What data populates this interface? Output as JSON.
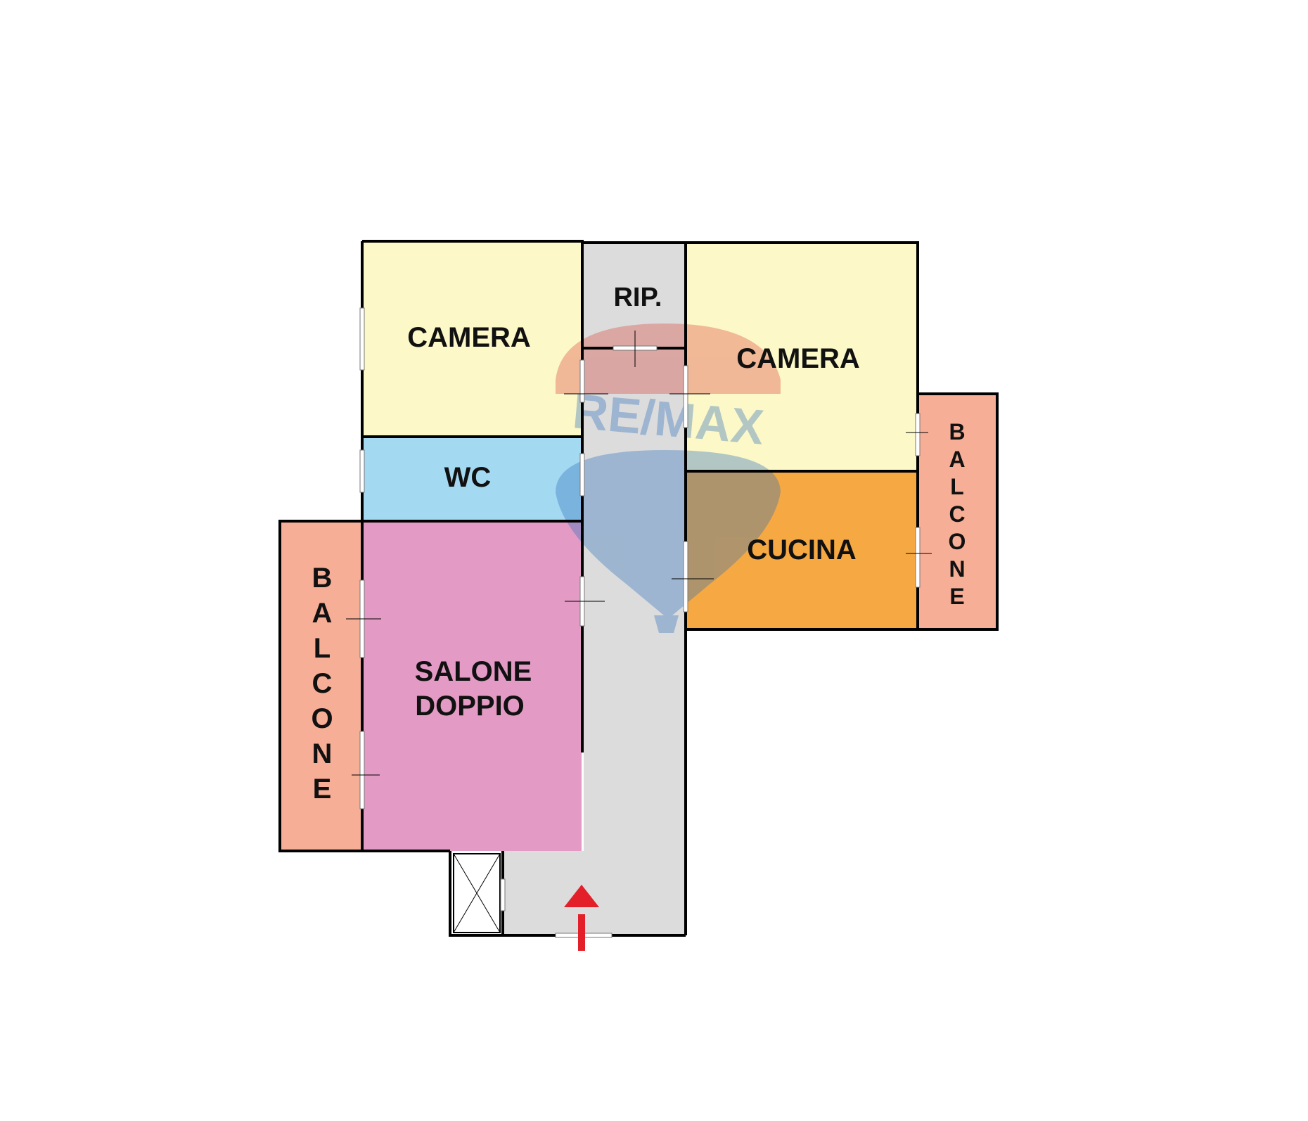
{
  "plan": {
    "rooms": {
      "camera_left": "CAMERA",
      "rip": "RIP.",
      "camera_right": "CAMERA",
      "wc": "WC",
      "cucina": "CUCINA",
      "salone_line1": "SALONE",
      "salone_line2": "DOPPIO",
      "balcone_left": [
        "B",
        "A",
        "L",
        "C",
        "O",
        "N",
        "E"
      ],
      "balcone_right": [
        "B",
        "A",
        "L",
        "C",
        "O",
        "N",
        "E"
      ]
    },
    "watermark": "RE/MAX",
    "colors": {
      "camera": "#fdf8c8",
      "wc": "#a4d9f2",
      "salone": "#e39bc5",
      "cucina": "#f6a943",
      "balcone": "#f6ae96",
      "corridor": "#dcdcdc",
      "entrance_arrow": "#e3202a"
    },
    "icons": {
      "entrance": "up-arrow-icon",
      "shaft": "crossed-box-icon",
      "logo": "hot-air-balloon-icon"
    }
  }
}
